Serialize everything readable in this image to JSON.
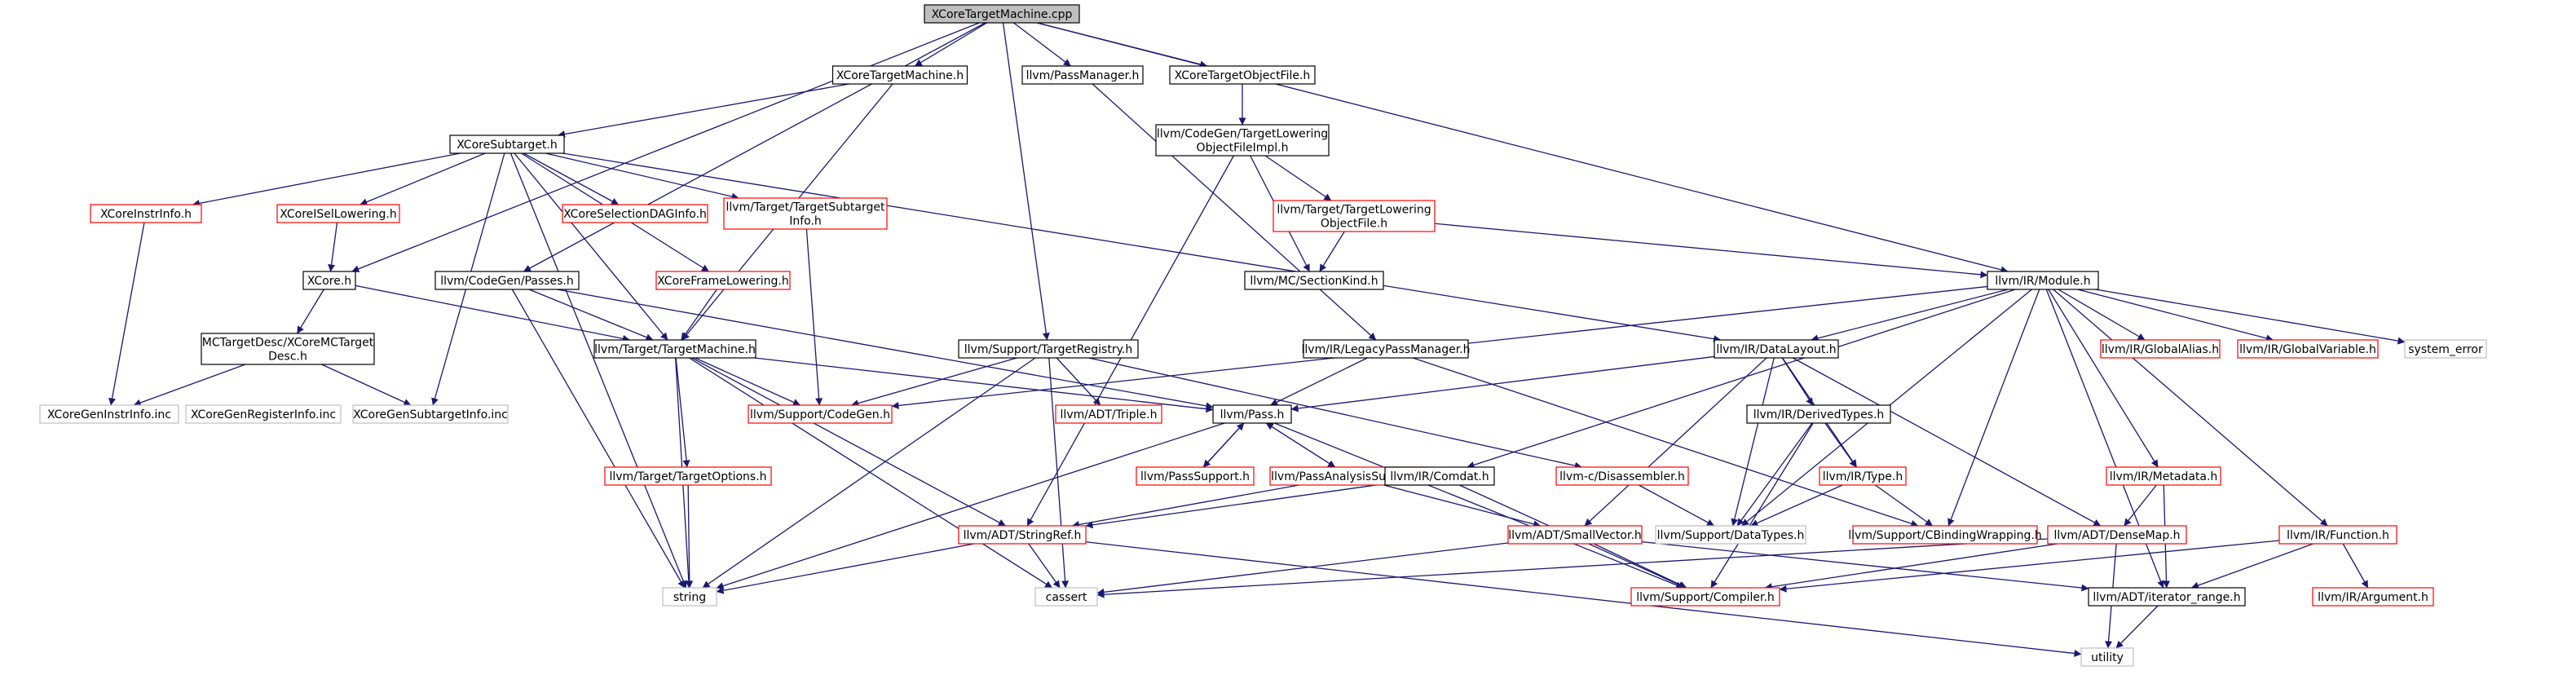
{
  "colors": {
    "root_fill": "#bfbfbf",
    "root_stroke": "#000000",
    "black_stroke": "#000000",
    "red_stroke": "#ff0000",
    "gray_stroke": "#bfbfbf",
    "edge": "#191970",
    "text": "#000000"
  },
  "nodes": [
    {
      "id": "root",
      "lines": [
        "XCoreTargetMachine.cpp"
      ],
      "style": "root"
    },
    {
      "id": "xctm_h",
      "lines": [
        "XCoreTargetMachine.h"
      ],
      "style": "black"
    },
    {
      "id": "passmanager",
      "lines": [
        "llvm/PassManager.h"
      ],
      "style": "black"
    },
    {
      "id": "xctof_h",
      "lines": [
        "XCoreTargetObjectFile.h"
      ],
      "style": "black"
    },
    {
      "id": "tlofimpl",
      "lines": [
        "llvm/CodeGen/TargetLowering",
        "ObjectFileImpl.h"
      ],
      "style": "black"
    },
    {
      "id": "subtarget",
      "lines": [
        "XCoreSubtarget.h"
      ],
      "style": "black"
    },
    {
      "id": "tlof",
      "lines": [
        "llvm/Target/TargetLowering",
        "ObjectFile.h"
      ],
      "style": "red"
    },
    {
      "id": "sectionkind",
      "lines": [
        "llvm/MC/SectionKind.h"
      ],
      "style": "black"
    },
    {
      "id": "module",
      "lines": [
        "llvm/IR/Module.h"
      ],
      "style": "black"
    },
    {
      "id": "instrinfo",
      "lines": [
        "XCoreInstrInfo.h"
      ],
      "style": "red"
    },
    {
      "id": "isel",
      "lines": [
        "XCoreISelLowering.h"
      ],
      "style": "red"
    },
    {
      "id": "seldag",
      "lines": [
        "XCoreSelectionDAGInfo.h"
      ],
      "style": "red"
    },
    {
      "id": "tsubinfo",
      "lines": [
        "llvm/Target/TargetSubtarget",
        "Info.h"
      ],
      "style": "red"
    },
    {
      "id": "framelow",
      "lines": [
        "XCoreFrameLowering.h"
      ],
      "style": "red"
    },
    {
      "id": "xcore_h",
      "lines": [
        "XCore.h"
      ],
      "style": "black"
    },
    {
      "id": "cgpasses",
      "lines": [
        "llvm/CodeGen/Passes.h"
      ],
      "style": "black"
    },
    {
      "id": "mcdesc",
      "lines": [
        "MCTargetDesc/XCoreMCTarget",
        "Desc.h"
      ],
      "style": "black"
    },
    {
      "id": "targetmachine",
      "lines": [
        "llvm/Target/TargetMachine.h"
      ],
      "style": "black"
    },
    {
      "id": "targetregistry",
      "lines": [
        "llvm/Support/TargetRegistry.h"
      ],
      "style": "black"
    },
    {
      "id": "legacypm",
      "lines": [
        "llvm/IR/LegacyPassManager.h"
      ],
      "style": "black"
    },
    {
      "id": "datalayout",
      "lines": [
        "llvm/IR/DataLayout.h"
      ],
      "style": "black"
    },
    {
      "id": "globalalias",
      "lines": [
        "llvm/IR/GlobalAlias.h"
      ],
      "style": "red"
    },
    {
      "id": "globalvar",
      "lines": [
        "llvm/IR/GlobalVariable.h"
      ],
      "style": "red"
    },
    {
      "id": "syserror",
      "lines": [
        "system_error"
      ],
      "style": "gray"
    },
    {
      "id": "geninstr",
      "lines": [
        "XCoreGenInstrInfo.inc"
      ],
      "style": "gray"
    },
    {
      "id": "genreg",
      "lines": [
        "XCoreGenRegisterInfo.inc"
      ],
      "style": "gray"
    },
    {
      "id": "gensub",
      "lines": [
        "XCoreGenSubtargetInfo.inc"
      ],
      "style": "gray"
    },
    {
      "id": "supcodegen",
      "lines": [
        "llvm/Support/CodeGen.h"
      ],
      "style": "red"
    },
    {
      "id": "triple",
      "lines": [
        "llvm/ADT/Triple.h"
      ],
      "style": "red"
    },
    {
      "id": "pass",
      "lines": [
        "llvm/Pass.h"
      ],
      "style": "black"
    },
    {
      "id": "derivedtypes",
      "lines": [
        "llvm/IR/DerivedTypes.h"
      ],
      "style": "black"
    },
    {
      "id": "targetoptions",
      "lines": [
        "llvm/Target/TargetOptions.h"
      ],
      "style": "red"
    },
    {
      "id": "passsupport",
      "lines": [
        "llvm/PassSupport.h"
      ],
      "style": "red"
    },
    {
      "id": "passanalysis",
      "lines": [
        "llvm/PassAnalysisSupport.h"
      ],
      "style": "red"
    },
    {
      "id": "comdat",
      "lines": [
        "llvm/IR/Comdat.h"
      ],
      "style": "black"
    },
    {
      "id": "disassembler",
      "lines": [
        "llvm-c/Disassembler.h"
      ],
      "style": "red"
    },
    {
      "id": "type",
      "lines": [
        "llvm/IR/Type.h"
      ],
      "style": "red"
    },
    {
      "id": "metadata",
      "lines": [
        "llvm/IR/Metadata.h"
      ],
      "style": "red"
    },
    {
      "id": "datatypes",
      "lines": [
        "llvm/Support/DataTypes.h"
      ],
      "style": "gray"
    },
    {
      "id": "cbinding",
      "lines": [
        "llvm/Support/CBindingWrapping.h"
      ],
      "style": "red"
    },
    {
      "id": "stringref",
      "lines": [
        "llvm/ADT/StringRef.h"
      ],
      "style": "red"
    },
    {
      "id": "smallvector",
      "lines": [
        "llvm/ADT/SmallVector.h"
      ],
      "style": "red"
    },
    {
      "id": "densemap",
      "lines": [
        "llvm/ADT/DenseMap.h"
      ],
      "style": "red"
    },
    {
      "id": "function",
      "lines": [
        "llvm/IR/Function.h"
      ],
      "style": "red"
    },
    {
      "id": "string",
      "lines": [
        "string"
      ],
      "style": "gray"
    },
    {
      "id": "cassert",
      "lines": [
        "cassert"
      ],
      "style": "gray"
    },
    {
      "id": "compiler",
      "lines": [
        "llvm/Support/Compiler.h"
      ],
      "style": "red"
    },
    {
      "id": "iterrange",
      "lines": [
        "llvm/ADT/iterator_range.h"
      ],
      "style": "black"
    },
    {
      "id": "argument",
      "lines": [
        "llvm/IR/Argument.h"
      ],
      "style": "red"
    },
    {
      "id": "utility",
      "lines": [
        "utility"
      ],
      "style": "gray"
    }
  ],
  "edges": [
    [
      "root",
      "xctm_h"
    ],
    [
      "root",
      "passmanager"
    ],
    [
      "root",
      "xctof_h"
    ],
    [
      "root",
      "targetregistry"
    ],
    [
      "root",
      "module"
    ],
    [
      "root",
      "cgpasses"
    ],
    [
      "root",
      "xcore_h"
    ],
    [
      "xctm_h",
      "subtarget"
    ],
    [
      "xctm_h",
      "targetmachine"
    ],
    [
      "passmanager",
      "legacypm"
    ],
    [
      "xctof_h",
      "tlofimpl"
    ],
    [
      "tlofimpl",
      "tlof"
    ],
    [
      "tlofimpl",
      "sectionkind"
    ],
    [
      "tlofimpl",
      "stringref"
    ],
    [
      "tlof",
      "sectionkind"
    ],
    [
      "tlof",
      "module"
    ],
    [
      "subtarget",
      "instrinfo"
    ],
    [
      "subtarget",
      "isel"
    ],
    [
      "subtarget",
      "seldag"
    ],
    [
      "subtarget",
      "tsubinfo"
    ],
    [
      "subtarget",
      "framelow"
    ],
    [
      "subtarget",
      "targetmachine"
    ],
    [
      "subtarget",
      "gensub"
    ],
    [
      "subtarget",
      "string"
    ],
    [
      "subtarget",
      "datalayout"
    ],
    [
      "instrinfo",
      "geninstr"
    ],
    [
      "isel",
      "xcore_h"
    ],
    [
      "tsubinfo",
      "supcodegen"
    ],
    [
      "framelow",
      "targetmachine"
    ],
    [
      "xcore_h",
      "mcdesc"
    ],
    [
      "xcore_h",
      "targetmachine"
    ],
    [
      "cgpasses",
      "targetmachine"
    ],
    [
      "cgpasses",
      "pass"
    ],
    [
      "cgpasses",
      "string"
    ],
    [
      "mcdesc",
      "geninstr"
    ],
    [
      "mcdesc",
      "gensub"
    ],
    [
      "targetmachine",
      "supcodegen"
    ],
    [
      "targetmachine",
      "pass"
    ],
    [
      "targetmachine",
      "targetoptions"
    ],
    [
      "targetmachine",
      "stringref"
    ],
    [
      "targetmachine",
      "string"
    ],
    [
      "targetmachine",
      "cassert"
    ],
    [
      "targetregistry",
      "supcodegen"
    ],
    [
      "targetregistry",
      "triple"
    ],
    [
      "targetregistry",
      "disassembler"
    ],
    [
      "targetregistry",
      "string"
    ],
    [
      "targetregistry",
      "cassert"
    ],
    [
      "legacypm",
      "pass"
    ],
    [
      "legacypm",
      "cbinding"
    ],
    [
      "module",
      "datalayout"
    ],
    [
      "module",
      "globalalias"
    ],
    [
      "module",
      "globalvar"
    ],
    [
      "module",
      "syserror"
    ],
    [
      "module",
      "supcodegen"
    ],
    [
      "module",
      "comdat"
    ],
    [
      "module",
      "metadata"
    ],
    [
      "module",
      "function"
    ],
    [
      "module",
      "datatypes"
    ],
    [
      "module",
      "cbinding"
    ],
    [
      "module",
      "iterrange"
    ],
    [
      "datalayout",
      "pass"
    ],
    [
      "datalayout",
      "derivedtypes"
    ],
    [
      "datalayout",
      "type"
    ],
    [
      "datalayout",
      "smallvector"
    ],
    [
      "datalayout",
      "densemap"
    ],
    [
      "datalayout",
      "datatypes"
    ],
    [
      "pass",
      "passsupport"
    ],
    [
      "pass",
      "passanalysis"
    ],
    [
      "pass",
      "string"
    ],
    [
      "pass",
      "compiler"
    ],
    [
      "passsupport",
      "pass"
    ],
    [
      "passanalysis",
      "pass"
    ],
    [
      "passanalysis",
      "stringref"
    ],
    [
      "passanalysis",
      "smallvector"
    ],
    [
      "derivedtypes",
      "type"
    ],
    [
      "derivedtypes",
      "datatypes"
    ],
    [
      "derivedtypes",
      "compiler"
    ],
    [
      "targetoptions",
      "string"
    ],
    [
      "comdat",
      "stringref"
    ],
    [
      "comdat",
      "compiler"
    ],
    [
      "disassembler",
      "datatypes"
    ],
    [
      "type",
      "datatypes"
    ],
    [
      "type",
      "cbinding"
    ],
    [
      "metadata",
      "densemap"
    ],
    [
      "metadata",
      "iterrange"
    ],
    [
      "stringref",
      "string"
    ],
    [
      "stringref",
      "cassert"
    ],
    [
      "stringref",
      "utility"
    ],
    [
      "smallvector",
      "cassert"
    ],
    [
      "smallvector",
      "compiler"
    ],
    [
      "smallvector",
      "iterrange"
    ],
    [
      "densemap",
      "compiler"
    ],
    [
      "densemap",
      "utility"
    ],
    [
      "densemap",
      "cassert"
    ],
    [
      "function",
      "iterrange"
    ],
    [
      "function",
      "argument"
    ],
    [
      "function",
      "compiler"
    ],
    [
      "iterrange",
      "utility"
    ]
  ]
}
